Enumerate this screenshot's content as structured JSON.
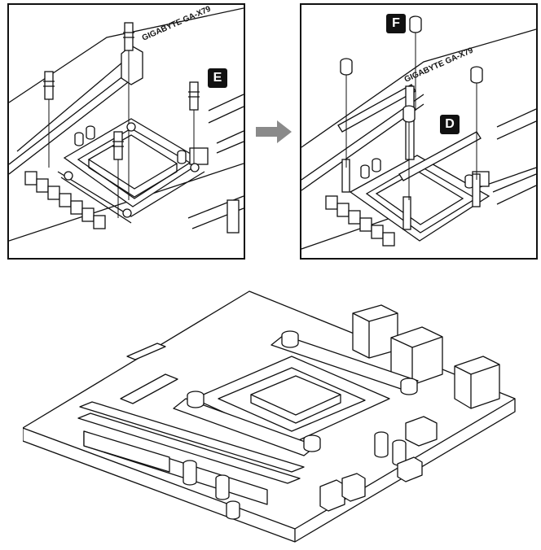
{
  "labels": {
    "step_left": "E",
    "step_right_top": "F",
    "step_right_mid": "D"
  },
  "silkscreen": {
    "left": "GIGABYTE GA-X79",
    "right": "GIGABYTE GA-X79"
  },
  "icons": {
    "transition": "arrow-right-icon"
  },
  "colors": {
    "line": "#111111",
    "fill": "#ffffff",
    "badge_bg": "#111111",
    "badge_text": "#ffffff",
    "arrow": "#8a8a8a"
  }
}
